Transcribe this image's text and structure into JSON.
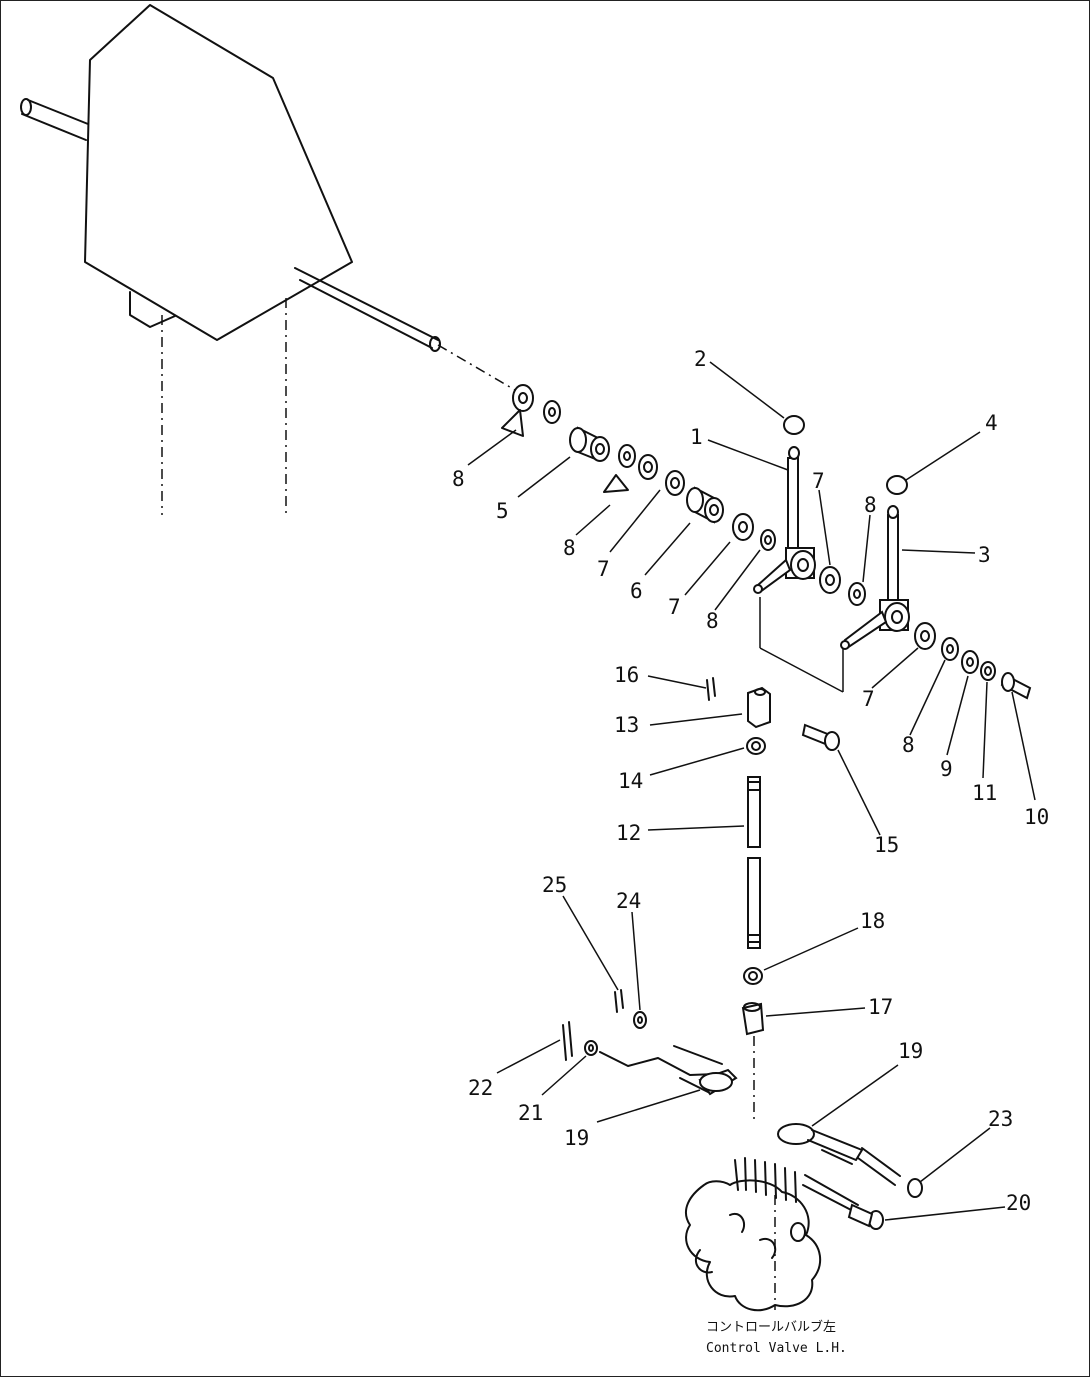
{
  "diagram": {
    "callouts": [
      {
        "id": "c2",
        "text": "2"
      },
      {
        "id": "c1",
        "text": "1"
      },
      {
        "id": "c4",
        "text": "4"
      },
      {
        "id": "c7a",
        "text": "7"
      },
      {
        "id": "c8a",
        "text": "8"
      },
      {
        "id": "c3",
        "text": "3"
      },
      {
        "id": "c8b",
        "text": "8"
      },
      {
        "id": "c5",
        "text": "5"
      },
      {
        "id": "c8c",
        "text": "8"
      },
      {
        "id": "c7b",
        "text": "7"
      },
      {
        "id": "c6",
        "text": "6"
      },
      {
        "id": "c7c",
        "text": "7"
      },
      {
        "id": "c8d",
        "text": "8"
      },
      {
        "id": "c16",
        "text": "16"
      },
      {
        "id": "c13",
        "text": "13"
      },
      {
        "id": "c14",
        "text": "14"
      },
      {
        "id": "c12",
        "text": "12"
      },
      {
        "id": "c15",
        "text": "15"
      },
      {
        "id": "c7d",
        "text": "7"
      },
      {
        "id": "c8e",
        "text": "8"
      },
      {
        "id": "c9",
        "text": "9"
      },
      {
        "id": "c11",
        "text": "11"
      },
      {
        "id": "c10",
        "text": "10"
      },
      {
        "id": "c18",
        "text": "18"
      },
      {
        "id": "c17",
        "text": "17"
      },
      {
        "id": "c25",
        "text": "25"
      },
      {
        "id": "c24",
        "text": "24"
      },
      {
        "id": "c22",
        "text": "22"
      },
      {
        "id": "c21",
        "text": "21"
      },
      {
        "id": "c19a",
        "text": "19"
      },
      {
        "id": "c19b",
        "text": "19"
      },
      {
        "id": "c23",
        "text": "23"
      },
      {
        "id": "c20",
        "text": "20"
      }
    ],
    "caption_jp": "コントロールバルブ左",
    "caption_en": "Control Valve L.H."
  }
}
